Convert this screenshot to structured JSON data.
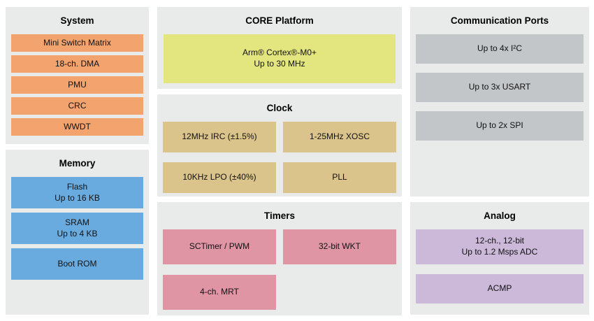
{
  "colors": {
    "page_bg": "#ffffff",
    "section_bg": "#e9eaea",
    "system_block": "#f2a36e",
    "memory_block": "#69abdf",
    "core_block": "#e3e57f",
    "clock_block": "#dbc48c",
    "timers_block": "#e095a4",
    "comm_block": "#c2c6c9",
    "analog_block": "#ccb8d9"
  },
  "sections": {
    "system": {
      "title": "System",
      "blocks": [
        "Mini Switch Matrix",
        "18-ch. DMA",
        "PMU",
        "CRC",
        "WWDT"
      ]
    },
    "memory": {
      "title": "Memory",
      "blocks": [
        "Flash\nUp to 16 KB",
        "SRAM\nUp to 4 KB",
        "Boot ROM"
      ]
    },
    "core": {
      "title": "CORE Platform",
      "blocks": [
        "Arm® Cortex®-M0+\nUp to 30 MHz"
      ]
    },
    "clock": {
      "title": "Clock",
      "blocks": [
        "12MHz IRC (±1.5%)",
        "1-25MHz XOSC",
        "10KHz LPO (±40%)",
        "PLL"
      ]
    },
    "timers": {
      "title": "Timers",
      "blocks": [
        "SCTimer / PWM",
        "32-bit WKT",
        "4-ch. MRT"
      ]
    },
    "comm": {
      "title": "Communication Ports",
      "blocks": [
        "Up to 4x I²C",
        "Up to 3x USART",
        "Up to 2x SPI"
      ]
    },
    "analog": {
      "title": "Analog",
      "blocks": [
        "12-ch., 12-bit\nUp to 1.2 Msps ADC",
        "ACMP"
      ]
    }
  }
}
